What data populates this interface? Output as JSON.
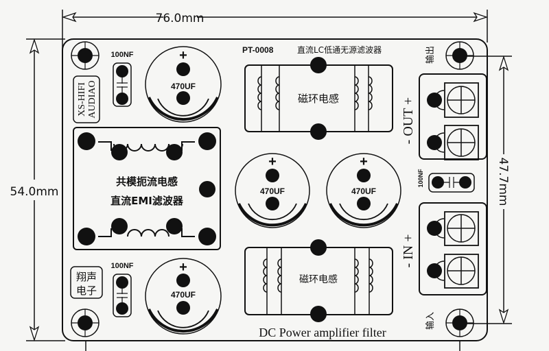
{
  "dimensions": {
    "width": "76.0mm",
    "height": "54.0mm",
    "hole_spacing": "47.7mm"
  },
  "board": {
    "model": "PT-0008",
    "title_cn": "直流LC低通无源滤波器",
    "footer": "DC Power amplifier filter",
    "brand_en_line1": "XS-HIFI",
    "brand_en_line2": "AUDIAO",
    "brand_cn_line1": "翔声",
    "brand_cn_line2": "电子"
  },
  "components": {
    "cap_small_top": "100NF",
    "cap_small_bottom": "100NF",
    "cap_small_right": "100NF",
    "cap_plus": "+",
    "electrolytic_top": "470UF",
    "electrolytic_bottom": "470UF",
    "electrolytic_mid_left": "470UF",
    "electrolytic_mid_right": "470UF",
    "emi_line1": "共模扼流电感",
    "emi_line2": "直流EMI滤波器",
    "toroid_top": "磁环电感",
    "toroid_bottom": "磁环电感"
  },
  "terminals": {
    "out_label": "- OUT +",
    "in_label": "- IN +",
    "out_cn": "输出",
    "in_cn": "输入",
    "plus": "+",
    "minus": "-"
  }
}
